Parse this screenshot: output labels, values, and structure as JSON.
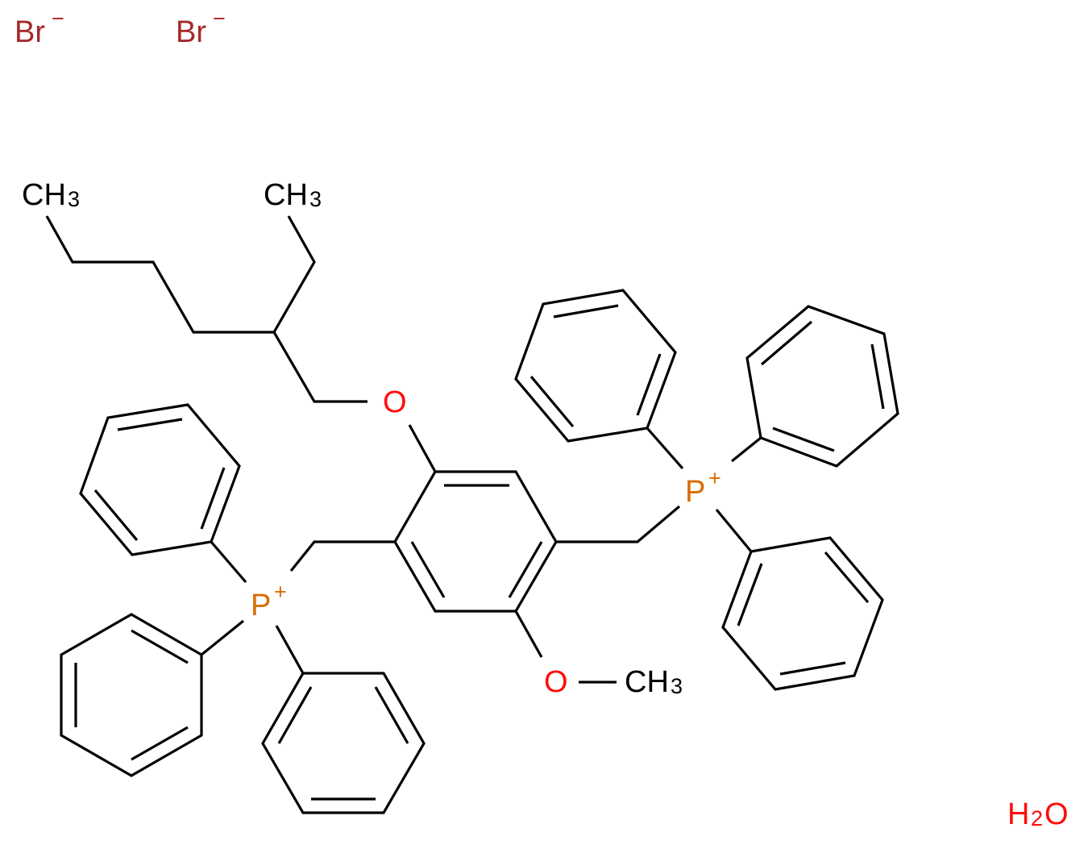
{
  "diagram": {
    "type": "chemical-structure",
    "colors": {
      "carbon": "#000000",
      "oxygen": "#ff0d0d",
      "phosphorus": "#d96c00",
      "bromine": "#a62929"
    },
    "counterions": [
      {
        "symbol": "Br",
        "charge": "−"
      },
      {
        "symbol": "Br",
        "charge": "−"
      }
    ],
    "atoms": {
      "methyl_chain": {
        "main": "CH",
        "sub": "3"
      },
      "methyl_branch": {
        "main": "CH",
        "sub": "3"
      },
      "ether_oxygen": "O",
      "methoxy_oxygen": "O",
      "methoxy_methyl": {
        "main": "CH",
        "sub": "3"
      },
      "phosphonium_left": {
        "symbol": "P",
        "charge": "+"
      },
      "phosphonium_right": {
        "symbol": "P",
        "charge": "+"
      }
    },
    "water": {
      "h": "H",
      "sub": "2",
      "o": "O"
    }
  }
}
